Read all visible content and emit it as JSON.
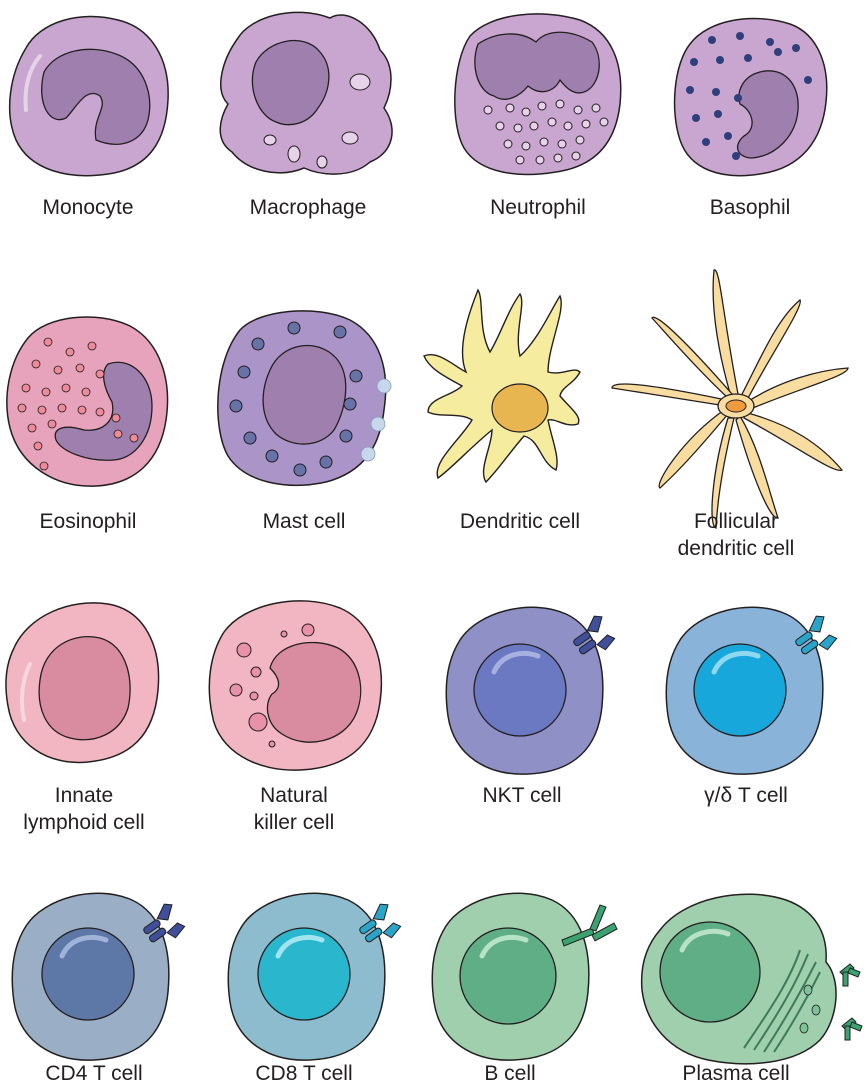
{
  "cells": [
    {
      "id": "monocyte",
      "label": [
        "Monocyte"
      ]
    },
    {
      "id": "macrophage",
      "label": [
        "Macrophage"
      ]
    },
    {
      "id": "neutrophil",
      "label": [
        "Neutrophil"
      ]
    },
    {
      "id": "basophil",
      "label": [
        "Basophil"
      ]
    },
    {
      "id": "eosinophil",
      "label": [
        "Eosinophil"
      ]
    },
    {
      "id": "mast-cell",
      "label": [
        "Mast cell"
      ]
    },
    {
      "id": "dendritic-cell",
      "label": [
        "Dendritic cell"
      ]
    },
    {
      "id": "follicular-dendritic-cell",
      "label": [
        "Follicular",
        "dendritic cell"
      ]
    },
    {
      "id": "innate-lymphoid-cell",
      "label": [
        "Innate",
        "lymphoid cell"
      ]
    },
    {
      "id": "natural-killer-cell",
      "label": [
        "Natural",
        "killer cell"
      ]
    },
    {
      "id": "nkt-cell",
      "label": [
        "NKT cell"
      ]
    },
    {
      "id": "gamma-delta-t-cell",
      "label": [
        "γ/δ T cell"
      ]
    },
    {
      "id": "cd4-t-cell",
      "label": [
        "CD4 T cell"
      ]
    },
    {
      "id": "cd8-t-cell",
      "label": [
        "CD8 T cell"
      ]
    },
    {
      "id": "b-cell",
      "label": [
        "B cell"
      ]
    },
    {
      "id": "plasma-cell",
      "label": [
        "Plasma cell"
      ]
    }
  ],
  "colors": {
    "outline": "#231f20",
    "myeloid_cyto": "#c8a6cf",
    "myeloid_nucleus": "#9f7fad",
    "granule_dark": "#2e3f7c",
    "eos_cyto": "#e8a3bc",
    "eos_granule": "#ee8a9a",
    "mast_cyto": "#ab95c8",
    "mast_granule": "#6672a8",
    "dc_cyto": "#f6eca0",
    "dc_nucleus": "#e7b651",
    "fdc_cyto": "#f8dca0",
    "fdc_nucleus": "#ee9a3e",
    "ilc_cyto": "#f2b5c2",
    "ilc_nucleus": "#d98b9f",
    "nkt_cyto": "#8f90c6",
    "nkt_nucleus": "#6b78c2",
    "gd_cyto": "#8ab3d9",
    "gd_nucleus": "#18a7da",
    "cd4_cyto": "#9aaec6",
    "cd4_nucleus": "#5d77a6",
    "cd8_cyto": "#8cbccd",
    "cd8_nucleus": "#2ab7cd",
    "b_cyto": "#9fcfad",
    "b_nucleus": "#5fae85",
    "plasma_cyto": "#9fcfad",
    "plasma_nucleus": "#5fae85",
    "antibody": "#3aa370",
    "tcr_dark": "#3f4f9a",
    "tcr_light": "#2aa4c8"
  }
}
